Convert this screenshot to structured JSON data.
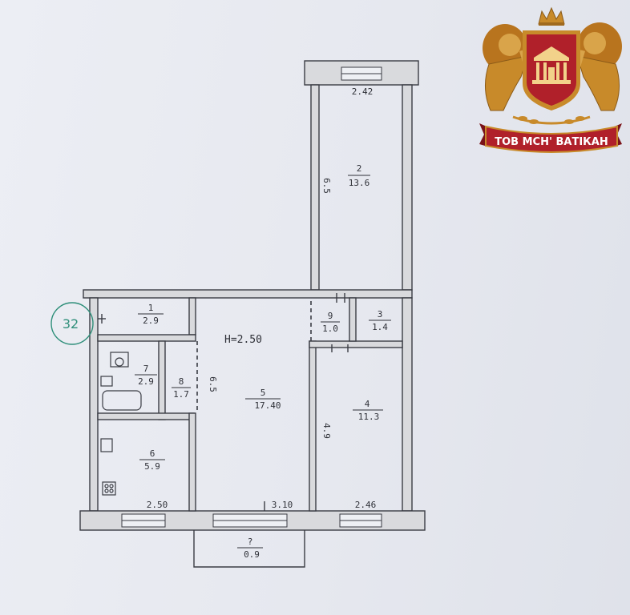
{
  "plan": {
    "apartment_number": "32",
    "height_label": "H=2.50",
    "rooms": [
      {
        "id": "1",
        "area": "2.9"
      },
      {
        "id": "2",
        "area": "13.6"
      },
      {
        "id": "3",
        "area": "1.4"
      },
      {
        "id": "4",
        "area": "11.3"
      },
      {
        "id": "5",
        "area": "17.40"
      },
      {
        "id": "6",
        "area": "5.9"
      },
      {
        "id": "7",
        "area": "2.9"
      },
      {
        "id": "8",
        "area": "1.7"
      },
      {
        "id": "9",
        "area": "1.0"
      },
      {
        "id": "?",
        "area": "0.9"
      }
    ],
    "dimensions": {
      "top_window": "2.42",
      "bottom_left": "2.50",
      "bottom_mid": "3.10",
      "bottom_right": "2.46",
      "v_room2": "6.5",
      "v_room5": "6.5",
      "v_room4": "4.9"
    }
  },
  "logo": {
    "company": "ТОВ МСН' ВАТІКАН",
    "colors": {
      "gold": "#c88a2a",
      "red": "#b0202a",
      "dark_red": "#7a1218"
    }
  }
}
